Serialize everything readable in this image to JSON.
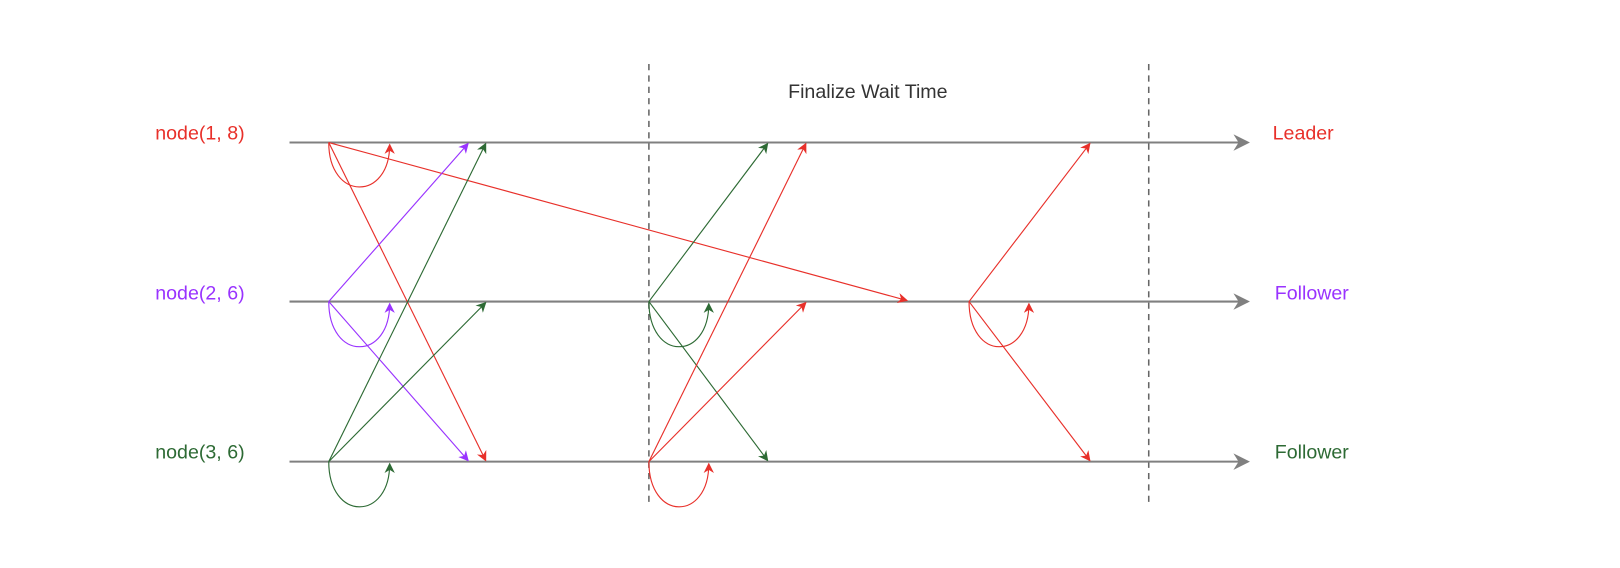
{
  "title": "Finalize Wait Time",
  "nodes": [
    {
      "label": "node(1, 8)",
      "role": "Leader",
      "color": "#e8302a"
    },
    {
      "label": "node(2, 6)",
      "role": "Follower",
      "color": "#9933ff"
    },
    {
      "label": "node(3, 6)",
      "role": "Follower",
      "color": "#2d6a34"
    }
  ],
  "colors": {
    "timeline": "#808080",
    "red": "#e8302a",
    "purple": "#9933ff",
    "green": "#2d6a34"
  }
}
